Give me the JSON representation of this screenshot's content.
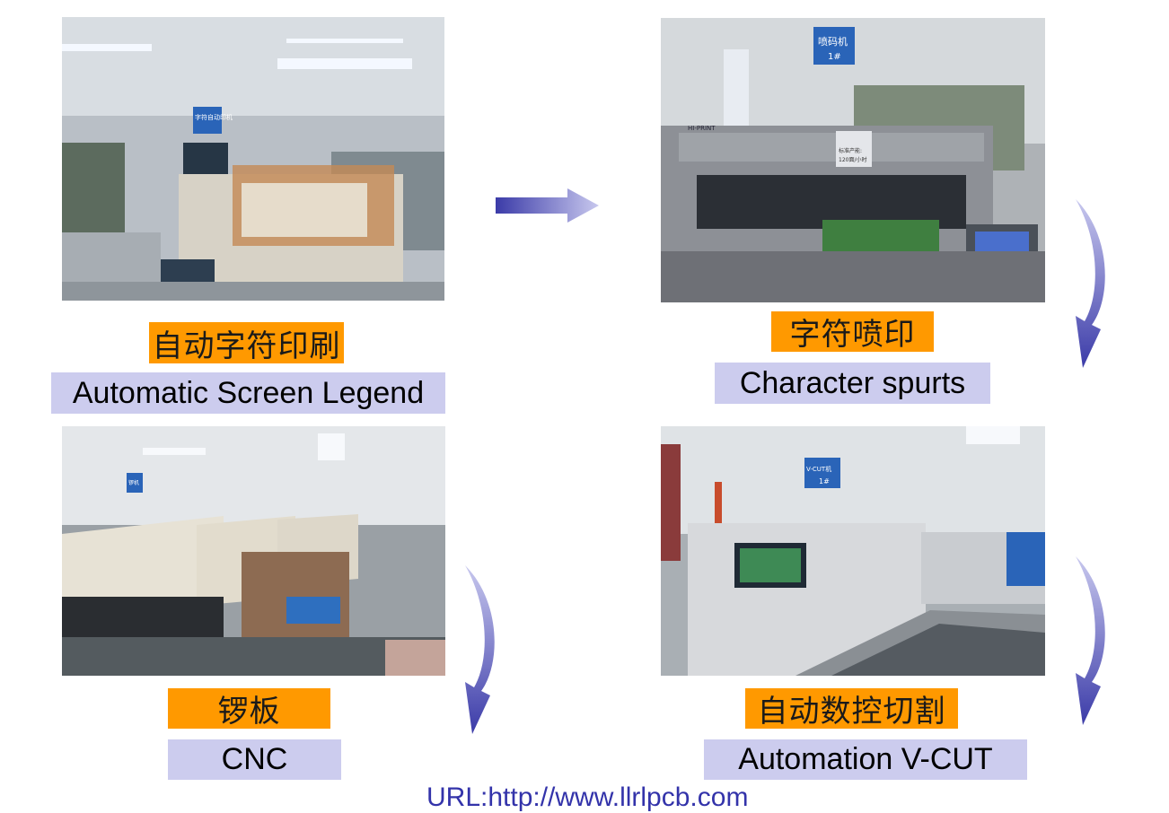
{
  "steps": [
    {
      "cn": "自动字符印刷",
      "en": "Automatic Screen Legend"
    },
    {
      "cn": "字符喷印",
      "en": "Character spurts"
    },
    {
      "cn": "锣板",
      "en": "CNC"
    },
    {
      "cn": "自动数控切割",
      "en": "Automation V-CUT"
    }
  ],
  "photo_signs": {
    "p1": "字符自动印机",
    "p2_sign": "喷码机",
    "p2_num": "1#",
    "p2_brand": "HI-PRINT",
    "p2_note1": "标准产能:",
    "p2_note2": "120面/小时",
    "p3": "锣机",
    "p4": "V-CUT机",
    "p4_num": "1#"
  },
  "footer": {
    "url": "URL:http://www.llrlpcb.com"
  },
  "colors": {
    "cn_bg": "#ff9900",
    "en_bg": "#ccccee",
    "arrow": "#4a4ab0"
  }
}
